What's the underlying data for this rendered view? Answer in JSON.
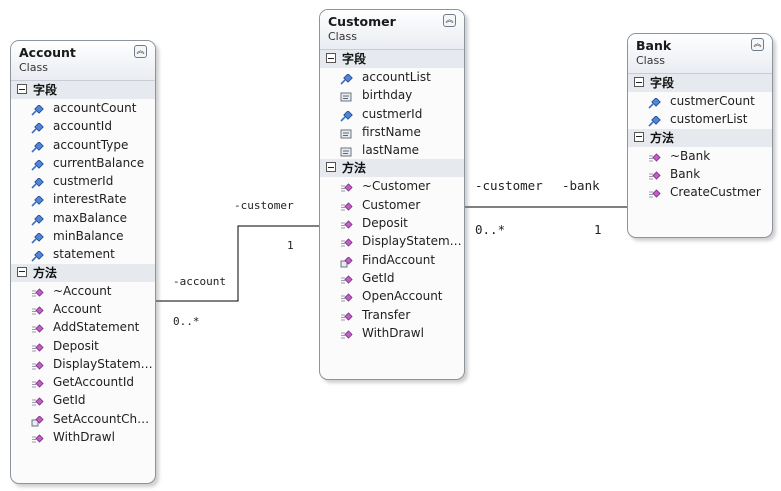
{
  "classes": {
    "account": {
      "name": "Account",
      "stereotype": "Class",
      "sections": [
        {
          "title": "字段",
          "members": [
            {
              "name": "accountCount",
              "icon": "field-icon"
            },
            {
              "name": "accountId",
              "icon": "field-icon"
            },
            {
              "name": "accountType",
              "icon": "field-icon"
            },
            {
              "name": "currentBalance",
              "icon": "field-icon"
            },
            {
              "name": "custmerId",
              "icon": "field-icon"
            },
            {
              "name": "interestRate",
              "icon": "field-icon"
            },
            {
              "name": "maxBalance",
              "icon": "field-icon"
            },
            {
              "name": "minBalance",
              "icon": "field-icon"
            },
            {
              "name": "statement",
              "icon": "field-icon"
            }
          ]
        },
        {
          "title": "方法",
          "members": [
            {
              "name": "~Account",
              "icon": "method-icon"
            },
            {
              "name": "Account",
              "icon": "method-icon"
            },
            {
              "name": "AddStatement",
              "icon": "method-icon"
            },
            {
              "name": "Deposit",
              "icon": "method-icon"
            },
            {
              "name": "DisplayStatem…",
              "icon": "method-icon"
            },
            {
              "name": "GetAccountId",
              "icon": "method-icon"
            },
            {
              "name": "GetId",
              "icon": "method-icon"
            },
            {
              "name": "SetAccountCh…",
              "icon": "static-method-icon"
            },
            {
              "name": "WithDrawl",
              "icon": "method-icon"
            }
          ]
        }
      ]
    },
    "customer": {
      "name": "Customer",
      "stereotype": "Class",
      "sections": [
        {
          "title": "字段",
          "members": [
            {
              "name": "accountList",
              "icon": "field-icon"
            },
            {
              "name": "birthday",
              "icon": "private-field-icon"
            },
            {
              "name": "custmerId",
              "icon": "field-icon"
            },
            {
              "name": "firstName",
              "icon": "private-field-icon"
            },
            {
              "name": "lastName",
              "icon": "private-field-icon"
            }
          ]
        },
        {
          "title": "方法",
          "members": [
            {
              "name": "~Customer",
              "icon": "method-icon"
            },
            {
              "name": "Customer",
              "icon": "method-icon"
            },
            {
              "name": "Deposit",
              "icon": "method-icon"
            },
            {
              "name": "DisplayStatem…",
              "icon": "method-icon"
            },
            {
              "name": "FindAccount",
              "icon": "static-method-icon"
            },
            {
              "name": "GetId",
              "icon": "method-icon"
            },
            {
              "name": "OpenAccount",
              "icon": "method-icon"
            },
            {
              "name": "Transfer",
              "icon": "method-icon"
            },
            {
              "name": "WithDrawl",
              "icon": "method-icon"
            }
          ]
        }
      ]
    },
    "bank": {
      "name": "Bank",
      "stereotype": "Class",
      "sections": [
        {
          "title": "字段",
          "members": [
            {
              "name": "custmerCount",
              "icon": "field-icon"
            },
            {
              "name": "customerList",
              "icon": "field-icon"
            }
          ]
        },
        {
          "title": "方法",
          "members": [
            {
              "name": "~Bank",
              "icon": "method-icon"
            },
            {
              "name": "Bank",
              "icon": "method-icon"
            },
            {
              "name": "CreateCustmer",
              "icon": "method-icon"
            }
          ]
        }
      ]
    }
  },
  "associations": {
    "account_customer": {
      "customer_role": "-customer",
      "customer_multiplicity": "1",
      "account_role": "-account",
      "account_multiplicity": "0..*"
    },
    "customer_bank": {
      "customer_role": "-customer",
      "customer_multiplicity": "0..*",
      "bank_role": "-bank",
      "bank_multiplicity": "1"
    }
  },
  "colors": {
    "field": "#3a6fc4",
    "method": "#b040b8",
    "line": "#000000"
  }
}
